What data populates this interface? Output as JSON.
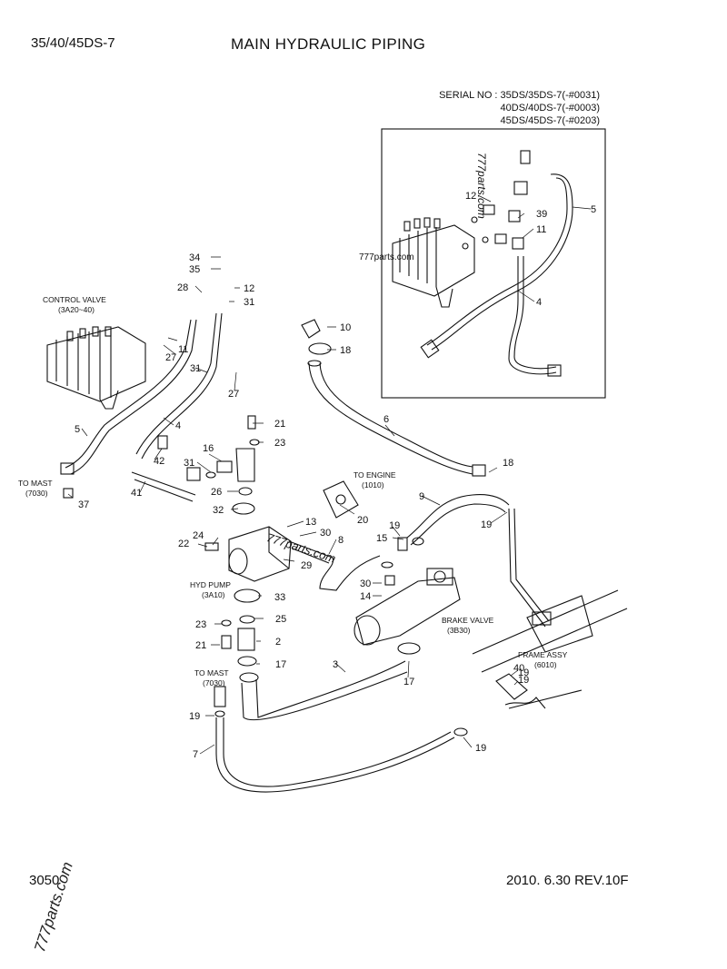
{
  "header": {
    "model": "35/40/45DS-7",
    "title": "MAIN HYDRAULIC PIPING"
  },
  "serial": {
    "line1": "SERIAL NO : 35DS/35DS-7(-#0031)",
    "line2": "40DS/40DS-7(-#0003)",
    "line3": "45DS/45DS-7(-#0203)"
  },
  "captions": {
    "control_valve": "CONTROL VALVE",
    "control_valve_ref": "(3A20~40)",
    "to_mast": "TO MAST",
    "to_mast_ref": "(7030)",
    "to_engine": "TO ENGINE",
    "to_engine_ref": "(1010)",
    "hyd_pump": "HYD PUMP",
    "hyd_pump_ref": "(3A10)",
    "brake_valve": "BRAKE VALVE",
    "brake_valve_ref": "(3B30)",
    "frame_assy": "FRAME ASSY",
    "frame_assy_ref": "(6010)"
  },
  "part_numbers": {
    "p34": "34",
    "p35": "35",
    "p28": "28",
    "p12": "12",
    "p31a": "31",
    "p10": "10",
    "p18a": "18",
    "p11": "11",
    "p27a": "27",
    "p27b": "27",
    "p31b": "31",
    "p5": "5",
    "p4": "4",
    "p37": "37",
    "p42": "42",
    "p16": "16",
    "p31c": "31",
    "p41": "41",
    "p21a": "21",
    "p23a": "23",
    "p26": "26",
    "p32": "32",
    "p6": "6",
    "p18b": "18",
    "p9": "9",
    "p20": "20",
    "p13": "13",
    "p30a": "30",
    "p8": "8",
    "p29": "29",
    "p19a": "19",
    "p19b": "19",
    "p15": "15",
    "p24": "24",
    "p22": "22",
    "p30b": "30",
    "p14": "14",
    "p33": "33",
    "p23b": "23",
    "p25": "25",
    "p21b": "21",
    "p2": "2",
    "p17a": "17",
    "p3": "3",
    "p17b": "17",
    "p19c": "19",
    "p40": "40",
    "p19d": "19",
    "p19e": "19",
    "p7": "7",
    "p19f": "19",
    "i12": "12",
    "i39": "39",
    "i11": "11",
    "i5": "5",
    "i4": "4"
  },
  "watermarks": {
    "side": "777parts.com",
    "inset_vertical": "777parts.com",
    "inset_small": "777parts.com",
    "mid": "777parts.com"
  },
  "footer": {
    "page": "3050",
    "date": "2010. 6.30  REV.10F"
  }
}
